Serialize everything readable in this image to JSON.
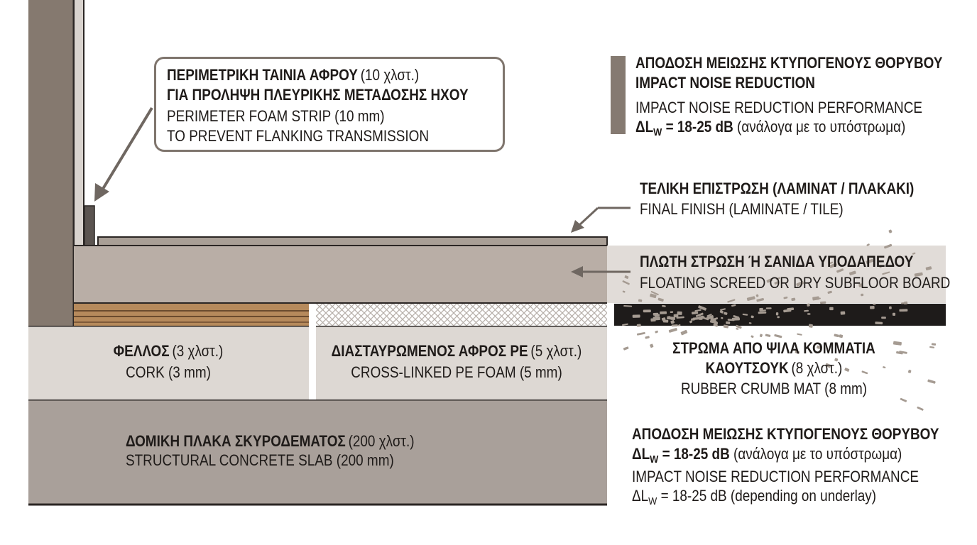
{
  "colors": {
    "wall": "#85796f",
    "wall_edge": "#2b2624",
    "foam_strip": "#5b5450",
    "screed": "#b9aea6",
    "finish": "#a99f96",
    "cork": "#b68a5c",
    "rubber": "#1e1b1a",
    "insulation_band": "#ddd8d3",
    "concrete": "#a9a09a",
    "callout_border": "#7f756d",
    "arrow": "#6f6761",
    "legend_bar": "#857a71"
  },
  "callout": {
    "el_bold": "ΠΕΡΙΜΕΤΡΙΚΗ ΤΑΙΝΙΑ ΑΦΡΟΥ",
    "el_unit": "(10 χλστ.)",
    "el_line2": "ΓΙΑ ΠΡΟΛΗΨΗ ΠΛΕΥΡΙΚΗΣ ΜΕΤΑΔΟΣΗΣ ΗΧΟΥ",
    "en_line1": "PERIMETER FOAM STRIP (10 mm)",
    "en_line2": "TO PREVENT FLANKING TRANSMISSION"
  },
  "performance_top": {
    "el_title": "ΑΠΟΔΟΣΗ ΜΕΙΩΣΗΣ ΚΤΥΠΟΓΕΝΟΥΣ ΘΟΡΥΒΟΥ",
    "en_title": "IMPACT NOISE REDUCTION",
    "en_desc": "IMPACT NOISE REDUCTION PERFORMANCE",
    "value_prefix": "ΔL",
    "value_sub": "W",
    "value": "= 18-25 dB",
    "note": "(ανάλογα με το υπόστρωμα)"
  },
  "final_finish": {
    "el": "ΤΕΛΙΚΗ ΕΠΙΣΤΡΩΣΗ (ΛΑΜΙΝΑΤ / ΠΛΑΚΑΚΙ)",
    "en": "FINAL FINISH (LAMINATE / TILE)"
  },
  "screed": {
    "el": "ΠΛΩΤΗ ΣΤΡΩΣΗ Ή ΣΑΝΙΔΑ ΥΠΟΔΑΠΕΔΟΥ",
    "en": "FLOATING SCREED OR DRY SUBFLOOR BOARD"
  },
  "cork": {
    "el_bold": "ΦΕΛΛΟΣ",
    "el_unit": "(3 χλστ.)",
    "en": "CORK (3 mm)"
  },
  "pe_foam": {
    "el_bold": "ΔΙΑΣΤΑΥΡΩΜΕΝΟΣ ΑΦΡΟΣ PE",
    "el_unit": "(5 χλστ.)",
    "en": "CROSS-LINKED PE FOAM (5 mm)"
  },
  "rubber": {
    "el_line1": "ΣΤΡΩΜΑ ΑΠΟ ΨΙΛΑ ΚΟΜΜΑΤΙΑ",
    "el_line2_bold": "ΚΑΟΥΤΣΟΥΚ",
    "el_line2_unit": "(8 χλστ.)",
    "en": "RUBBER CRUMB MAT (8 mm)"
  },
  "concrete": {
    "el_bold": "ΔΟΜΙΚΗ ΠΛΑΚΑ ΣΚΥΡΟΔΕΜΑΤΟΣ",
    "el_unit": "(200 χλστ.)",
    "en": "STRUCTURAL CONCRETE SLAB (200 mm)"
  },
  "performance_bottom": {
    "el_title": "ΑΠΟΔΟΣΗ ΜΕΙΩΣΗΣ ΚΤΥΠΟΓΕΝΟΥΣ ΘΟΡΥΒΟΥ",
    "value_prefix": "ΔL",
    "value_sub": "W",
    "value": "= 18-25 dB",
    "note": "(ανάλογα με το υπόστρωμα)",
    "en_desc": "IMPACT NOISE REDUCTION PERFORMANCE",
    "en_value_prefix": "ΔL",
    "en_value_sub": "W",
    "en_value": "= 18-25 dB (depending on underlay)"
  }
}
